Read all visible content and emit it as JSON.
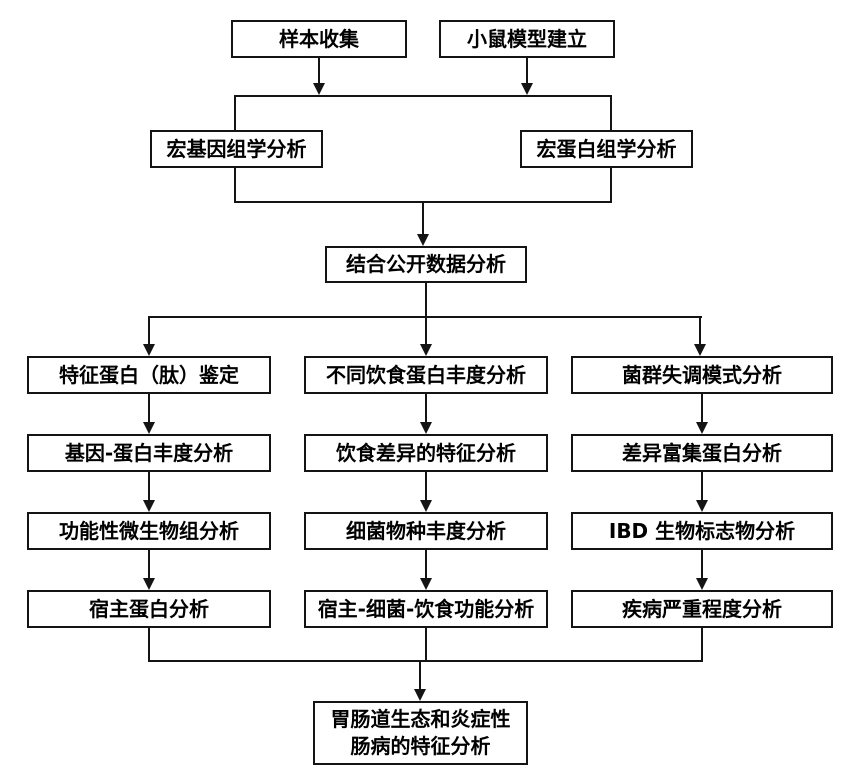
{
  "flowchart": {
    "top": {
      "sample_collection": "样本收集",
      "mouse_model": "小鼠模型建立"
    },
    "omics": {
      "metagenomics": "宏基因组学分析",
      "metaproteomics": "宏蛋白组学分析"
    },
    "combined": "结合公开数据分析",
    "columns": [
      {
        "steps": [
          "特征蛋白（肽）鉴定",
          "基因-蛋白丰度分析",
          "功能性微生物组分析",
          "宿主蛋白分析"
        ]
      },
      {
        "steps": [
          "不同饮食蛋白丰度分析",
          "饮食差异的特征分析",
          "细菌物种丰度分析",
          "宿主-细菌-饮食功能分析"
        ]
      },
      {
        "steps": [
          "菌群失调模式分析",
          "差异富集蛋白分析",
          "IBD 生物标志物分析",
          "疾病严重程度分析"
        ]
      }
    ],
    "final": {
      "line1": "胃肠道生态和炎症性",
      "line2": "肠病的特征分析"
    },
    "colors": {
      "line": "#141414",
      "box_border": "#141414",
      "box_bg": "#ffffff",
      "text": "#000000",
      "background": "#ffffff"
    }
  }
}
